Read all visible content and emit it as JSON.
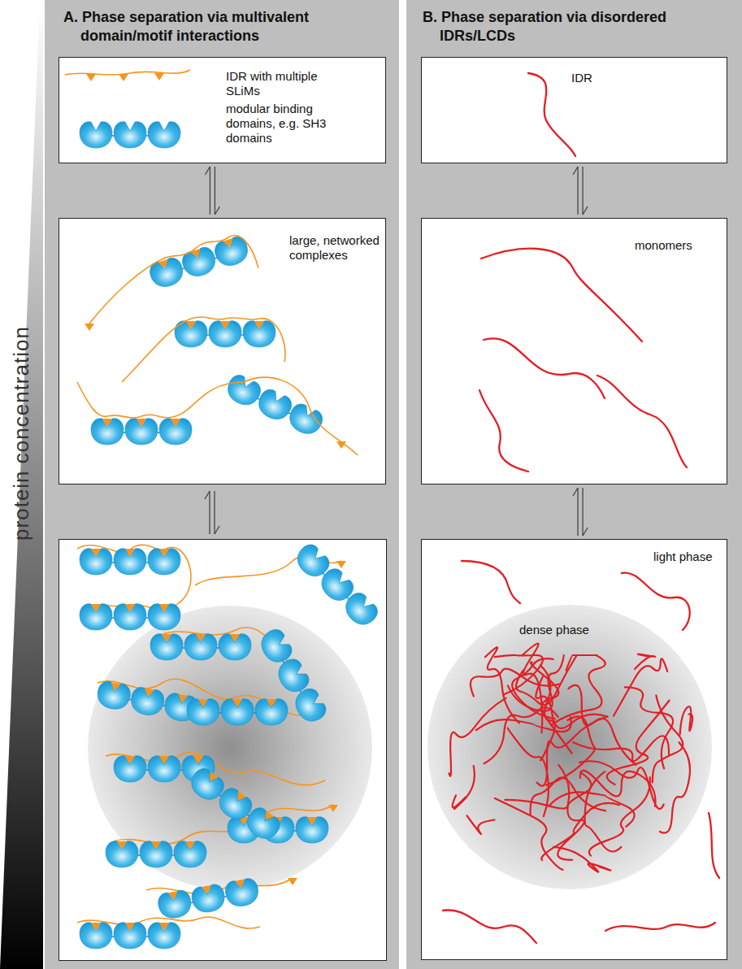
{
  "diagram": {
    "nodes": [
      {
        "text": [
          "protein concentration"
        ]
      },
      {
        "text": [
          "A. Phase separation via multivalent domain/motif interactions"
        ]
      },
      {
        "text": [
          "IDR with multiple SLiMs",
          "modular binding domains, e.g. SH3 domains"
        ],
        "in": 1
      },
      {
        "text": [
          "large, networked complexes"
        ],
        "in": 1
      },
      {
        "text": [
          "B. Phase separation via disordered IDRs/LCDs"
        ]
      },
      {
        "text": [
          "IDR"
        ],
        "in": 4
      },
      {
        "text": [
          "monomers"
        ],
        "in": 4
      },
      {
        "text": [
          "light phase"
        ],
        "in": 4
      },
      {
        "text": [
          "dense phase"
        ],
        "in": 7
      }
    ],
    "edges": [
      {
        "from": 2,
        "to": 3,
        "arrow": "both"
      },
      {
        "from": 5,
        "to": 6,
        "arrow": "both"
      },
      {
        "from": 6,
        "to": 7,
        "arrow": "both"
      }
    ]
  }
}
